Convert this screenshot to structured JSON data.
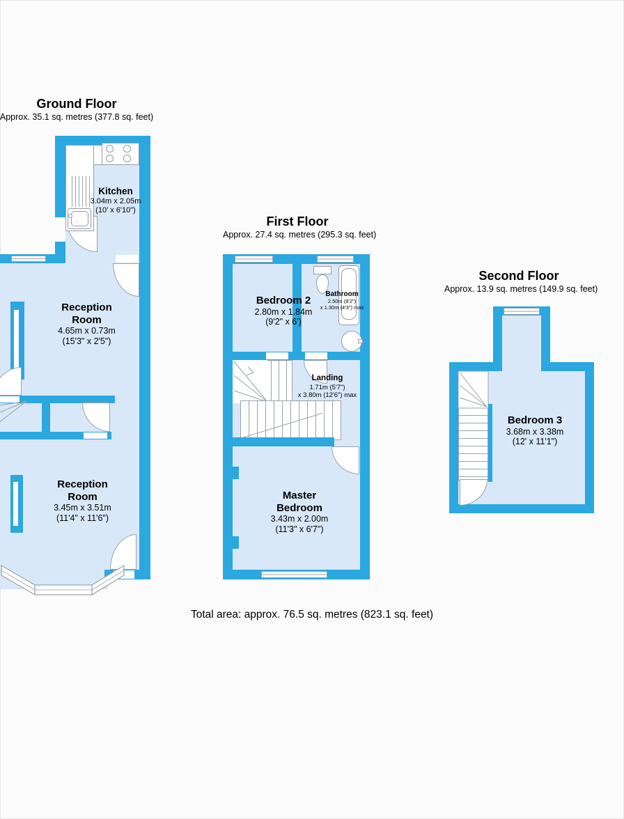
{
  "colors": {
    "wall": "#2ba8df",
    "room_fill": "#d9e8f8",
    "fixture_line": "#9aa2aa",
    "text": "#000000",
    "background": "#fbfbfb"
  },
  "floors": [
    {
      "title": "Ground Floor",
      "subtitle": "Approx. 35.1 sq. metres (377.8 sq. feet)",
      "rooms": [
        {
          "name": "Kitchen",
          "line1": "3.04m x 2.05m",
          "line2": "(10' x 6'10\")"
        },
        {
          "name": "Reception Room",
          "line1": "4.65m x 0.73m",
          "line2": "(15'3\" x 2'5\")"
        },
        {
          "name": "Reception Room",
          "line1": "3.45m x 3.51m",
          "line2": "(11'4\" x 11'6\")"
        }
      ]
    },
    {
      "title": "First Floor",
      "subtitle": "Approx. 27.4 sq. metres (295.3 sq. feet)",
      "rooms": [
        {
          "name": "Bedroom 2",
          "line1": "2.80m x 1.84m",
          "line2": "(9'2\" x 6')"
        },
        {
          "name": "Bathroom",
          "line1": "2.50m (8'2\")",
          "line2": "x 1.30m (4'3\") max"
        },
        {
          "name": "Landing",
          "line1": "1.71m (5'7\")",
          "line2": "x 3.80m (12'6\") max"
        },
        {
          "name": "Master Bedroom",
          "line1": "3.43m x 2.00m",
          "line2": "(11'3\" x 6'7\")"
        }
      ]
    },
    {
      "title": "Second Floor",
      "subtitle": "Approx. 13.9 sq. metres (149.9 sq. feet)",
      "rooms": [
        {
          "name": "Bedroom 3",
          "line1": "3.68m x 3.38m",
          "line2": "(12' x 11'1\")"
        }
      ]
    }
  ],
  "footer": {
    "total_area": "Total area: approx. 76.5 sq. metres (823.1 sq. feet)"
  }
}
